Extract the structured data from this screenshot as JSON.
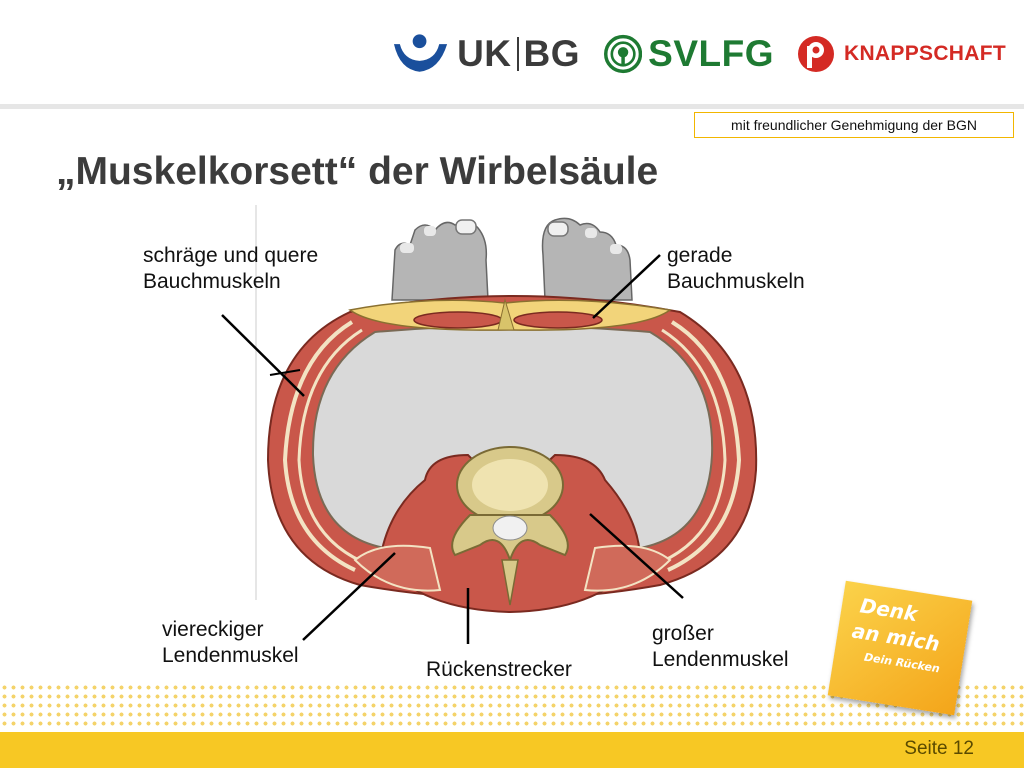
{
  "header": {
    "logos": [
      {
        "name": "UK|BG",
        "parts": [
          "UK",
          "BG"
        ],
        "color": "#3b3b3b",
        "accent": "#1a4f9c"
      },
      {
        "name": "SVLFG",
        "color": "#1e7a32"
      },
      {
        "name": "KNAPPSCHAFT",
        "color": "#d42a24"
      }
    ]
  },
  "credit": "mit freundlicher Genehmigung der BGN",
  "title": "„Muskelkorsett“ der Wirbelsäule",
  "labels": {
    "oblique": [
      "schräge und quere",
      "Bauchmuskeln"
    ],
    "straight": [
      "gerade",
      "Bauchmuskeln"
    ],
    "quadratus": [
      "viereckiger",
      "Lendenmuskel"
    ],
    "psoas": [
      "großer",
      "Lendenmuskel"
    ],
    "erector": "Rückenstrecker"
  },
  "note": {
    "line1": "Denk",
    "line2": "an mich",
    "line3": "Dein Rücken",
    "color": "#f7b52c"
  },
  "footer": {
    "page": "Seite 12",
    "color": "#f7c824"
  }
}
